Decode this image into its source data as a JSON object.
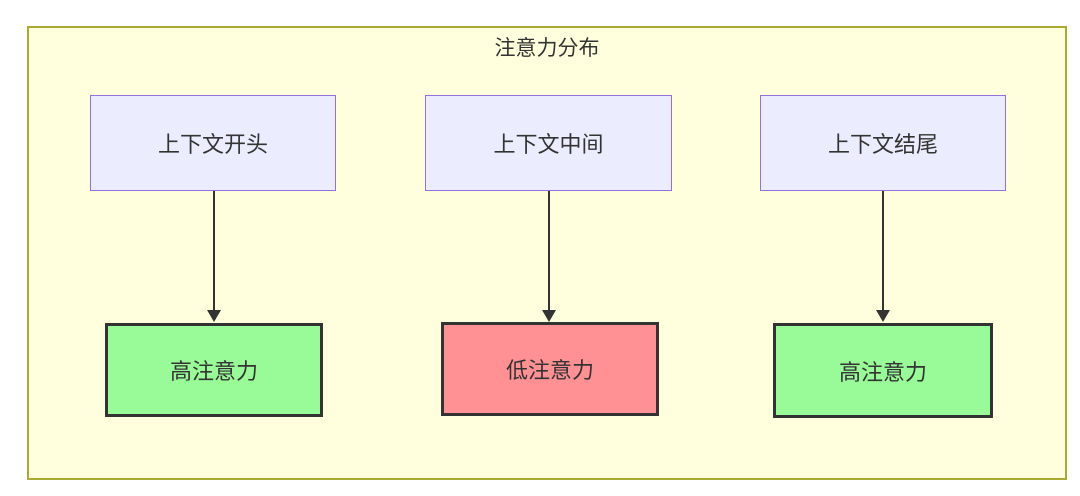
{
  "diagram": {
    "title": "注意力分布",
    "nodes": {
      "sources": [
        {
          "label": "上下文开头"
        },
        {
          "label": "上下文中间"
        },
        {
          "label": "上下文结尾"
        }
      ],
      "results": [
        {
          "label": "高注意力",
          "level": "high"
        },
        {
          "label": "低注意力",
          "level": "low"
        },
        {
          "label": "高注意力",
          "level": "high"
        }
      ]
    },
    "edges": [
      {
        "from": "上下文开头",
        "to": "高注意力"
      },
      {
        "from": "上下文中间",
        "to": "低注意力"
      },
      {
        "from": "上下文结尾",
        "to": "高注意力"
      }
    ],
    "colors": {
      "canvas_fill": "#ffffde",
      "canvas_border": "#aaaa33",
      "source_fill": "#ececff",
      "source_border": "#9370db",
      "high_fill": "#98fb98",
      "low_fill": "#ff9195",
      "result_border": "#333333",
      "arrow": "#333333",
      "text": "#333333"
    }
  }
}
